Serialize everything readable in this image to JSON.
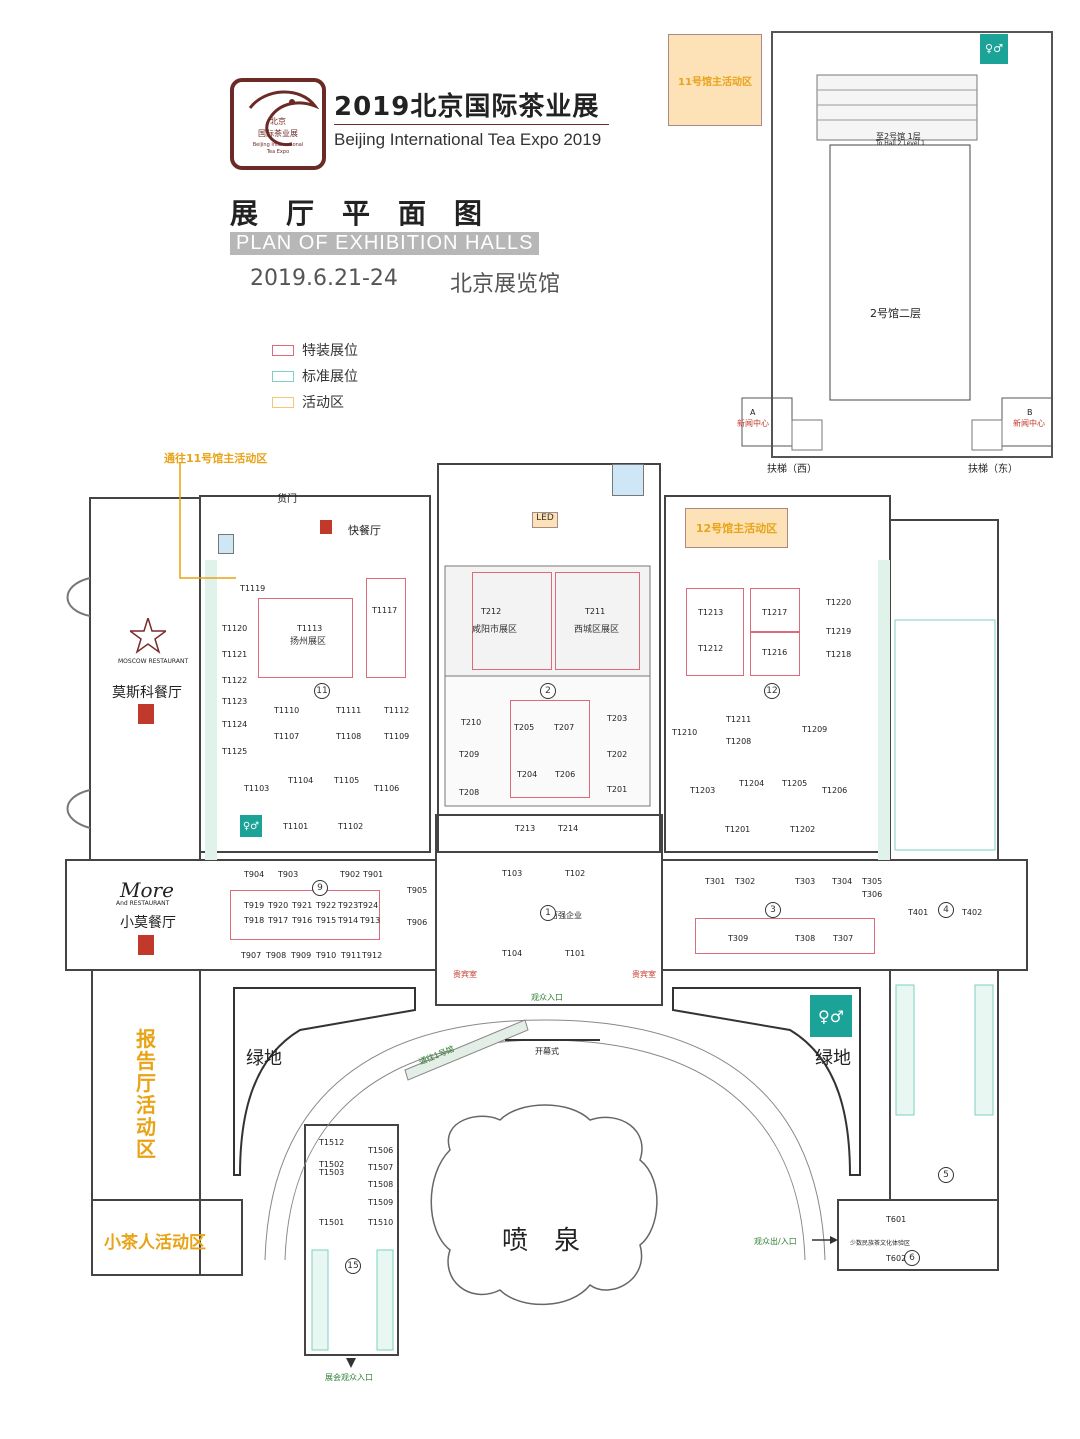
{
  "header": {
    "year_title": "2019北京国际茶业展",
    "title_en": "Beijing International Tea Expo 2019",
    "logo_text": "北京国际茶业展 Beijing International Tea Expo",
    "plan_cn": "展厅平面图",
    "plan_en": "PLAN OF EXHIBITION HALLS",
    "date": "2019.6.21-24",
    "venue": "北京展览馆"
  },
  "legend": {
    "special": "特装展位",
    "standard": "标准展位",
    "activity": "活动区",
    "colors": {
      "special": "#d96b7a",
      "standard": "#7fcfc3",
      "activity": "#f4c67a"
    }
  },
  "inset": {
    "hall11_activity": "11号馆主活动区",
    "hall2_floor2": "2号馆二层",
    "to_hall2": "至2号馆 1层",
    "to_hall2_en": "To Hall 2 Level 1",
    "press_a": "A",
    "press_a_label": "新闻中心",
    "press_b": "B",
    "press_b_label": "新闻中心",
    "escalator_west": "扶梯（西）",
    "escalator_east": "扶梯（东）"
  },
  "labels": {
    "to_hall11": "通往11号馆主活动区",
    "hall12_activity": "12号馆主活动区",
    "fast_food": "快餐厅",
    "storage": "货门",
    "led": "LED",
    "moscow_en": "MOSCOW RESTAURANT",
    "moscow_cn": "莫斯科餐厅",
    "more_en": "More",
    "more_sub": "And RESTAURANT",
    "xiaomo": "小莫餐厅",
    "report_hall": "报告厅活动区",
    "tea_people": "小茶人活动区",
    "green_left": "绿地",
    "green_right": "绿地",
    "fountain": "喷泉",
    "to_hall1": "通往1号馆",
    "opening": "开幕式",
    "entrance": "观众入口",
    "entrance_right": "观众出/入口",
    "fair_entrance": "展会观众入口",
    "baiqiang": "百强企业",
    "xianyang": "咸阳市展区",
    "xicheng": "西城区展区",
    "yangzhou": "扬州展区",
    "vip": "贵宾室",
    "minority": "少数民族茶文化体验区"
  },
  "hall_numbers": [
    "1",
    "2",
    "3",
    "4",
    "5",
    "6",
    "9",
    "11",
    "12",
    "15"
  ],
  "booths": {
    "hall11": [
      "T1119",
      "T1113",
      "T1117",
      "T1120",
      "T1121",
      "T1122",
      "T1123",
      "T1124",
      "T1125",
      "T1110",
      "T1111",
      "T1112",
      "T1107",
      "T1108",
      "T1109",
      "T1104",
      "T1105",
      "T1106",
      "T1103",
      "T1101",
      "T1102"
    ],
    "hall2": [
      "T212",
      "T211",
      "T210",
      "T205",
      "T207",
      "T203",
      "T209",
      "T202",
      "T204",
      "T206",
      "T208",
      "T201",
      "T213",
      "T214"
    ],
    "hall12": [
      "T1213",
      "T1217",
      "T1220",
      "T1219",
      "T1218",
      "T1212",
      "T1216",
      "T1211",
      "T1210",
      "T1209",
      "T1208",
      "T1204",
      "T1205",
      "T1203",
      "T1206",
      "T1201",
      "T1202"
    ],
    "hall9": [
      "T904",
      "T903",
      "T902",
      "T901",
      "T919",
      "T920",
      "T921",
      "T922",
      "T923",
      "T924",
      "T918",
      "T917",
      "T916",
      "T915",
      "T914",
      "T913",
      "T907",
      "T908",
      "T909",
      "T910",
      "T911",
      "T912",
      "T905",
      "T906"
    ],
    "hall1": [
      "T103",
      "T102",
      "T104",
      "T101"
    ],
    "hall3": [
      "T301",
      "T302",
      "T303",
      "T304",
      "T305",
      "T306",
      "T309",
      "T308",
      "T307"
    ],
    "hall4": [
      "T401",
      "T402"
    ],
    "hall15": [
      "T1512",
      "T1506",
      "T1502",
      "T1503",
      "T1507",
      "T1508",
      "T1509",
      "T1501",
      "T1510"
    ],
    "hall6": [
      "T601",
      "T602"
    ]
  }
}
